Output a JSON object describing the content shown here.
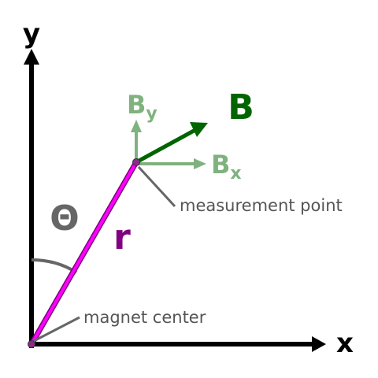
{
  "labels": {
    "x_axis": "x",
    "y_axis": "y",
    "theta": "Θ",
    "r": "r",
    "b": "B",
    "bx_main": "B",
    "bx_sub": "x",
    "by_main": "B",
    "by_sub": "y",
    "measurement_point": "measurement point",
    "magnet_center": "magnet center"
  },
  "colors": {
    "axis": "#000000",
    "r_vector": "#ff00ff",
    "r_label": "#800080",
    "b_vector": "#006400",
    "components": "#7fb27f",
    "leader": "#666666",
    "theta": "#666666"
  }
}
